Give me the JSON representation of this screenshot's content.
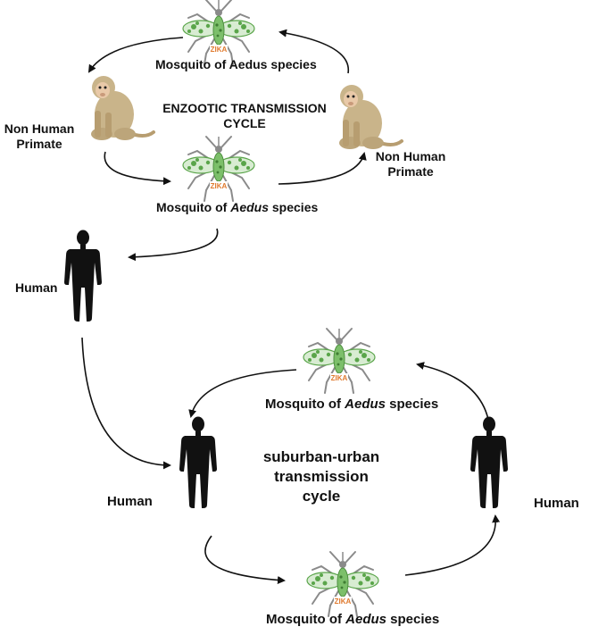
{
  "enzootic": {
    "title_line1": "ENZOOTIC TRANSMISSION",
    "title_line2": "CYCLE",
    "mosquito_top": "Mosquito of Aedus species",
    "mosquito_bottom_pre": "Mosquito of ",
    "mosquito_bottom_italic": "Aedus",
    "mosquito_bottom_post": " species",
    "primate_left_line1": "Non Human",
    "primate_left_line2": "Primate",
    "primate_right_line1": "Non Human",
    "primate_right_line2": "Primate"
  },
  "transition": {
    "human_label": "Human"
  },
  "urban": {
    "title_line1": "suburban-urban",
    "title_line2": "transmission",
    "title_line3": "cycle",
    "mosquito_top_pre": "Mosquito of ",
    "mosquito_top_italic": "Aedus",
    "mosquito_top_post": " species",
    "mosquito_bottom_pre": "Mosquito of ",
    "mosquito_bottom_italic": "Aedus",
    "mosquito_bottom_post": " species",
    "human_left": "Human",
    "human_right": "Human"
  },
  "mosquito_badge_text": "ZIKA",
  "colors": {
    "mosquito_green": "#5aa54a",
    "mosquito_gray": "#8a8a8a",
    "badge_orange": "#e07a2e",
    "monkey_fur": "#c9b48a",
    "monkey_face": "#e9c9a8",
    "silhouette": "#111111"
  }
}
